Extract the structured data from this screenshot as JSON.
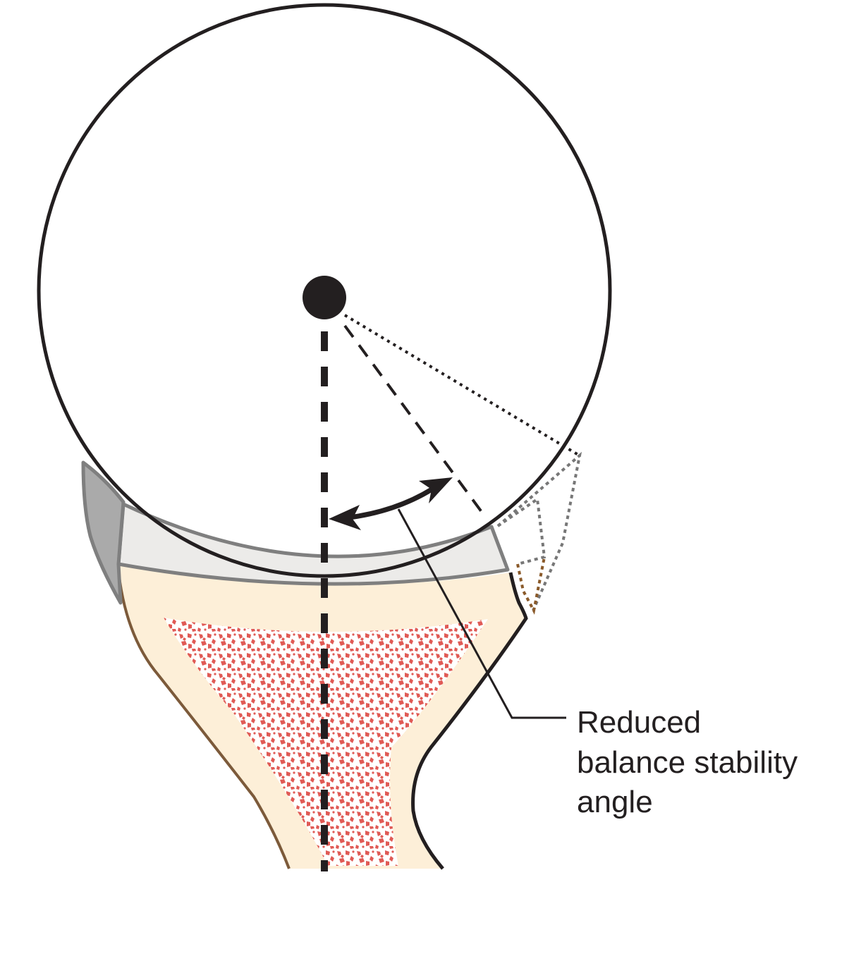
{
  "callout": {
    "lines": [
      "Reduced",
      "balance stability",
      "angle"
    ]
  },
  "colors": {
    "outline": "#231f20",
    "cartilage": "#ecebe9",
    "labrum": "#aaaaaa",
    "cortical_bone": "#fdefd8",
    "cancellous_speckle": "#e05a55",
    "outer_bone_edge": "#7c5a3a",
    "defect_dotted": "#777777"
  },
  "icons": {
    "center_point": "filled-circle"
  }
}
